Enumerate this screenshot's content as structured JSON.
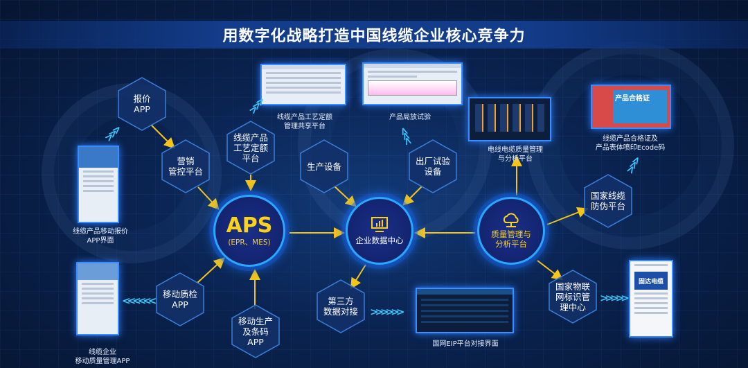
{
  "title": "用数字化战略打造中国线缆企业核心竞争力",
  "hexagons": {
    "quote_app": "报价\nAPP",
    "marketing": "营销\n管控平台",
    "process_quota": "线缆产品\n工艺定额\n平台",
    "production_equipment": "生产设备",
    "factory_test": "出厂试验\n设备",
    "anti_counterfeit": "国家线缆\n防伪平台",
    "mobile_qc": "移动质检\nAPP",
    "mobile_production": "移动生产\n及条码\nAPP",
    "third_party": "第三方\n数据对接",
    "iot_identity": "国家物联\n网标识管\n理中心"
  },
  "hubs": {
    "aps_title": "APS",
    "aps_sub": "(EPR、MES)",
    "data_center": "企业数据中心",
    "quality": "质量管理与\n分析平台"
  },
  "captions": {
    "process_share": "线缆产品工艺定额\n管理共享平台",
    "partial_discharge": "产品局放试验",
    "quality_analysis": "电线电缆质量管理\n与分析平台",
    "certificate": "线缆产品合格证及\n产品表体喷印Ecode码",
    "mobile_quote": "线缆产品移动报价\nAPP界面",
    "mobile_quality": "线缆企业\n移动质量管理APP",
    "eip": "国网EIP平台对接界面"
  },
  "cert_text": "产品合格证",
  "logo_text": "固达电缆",
  "colors": {
    "arrow": "#f5c518",
    "accent": "#2aa8ff",
    "chevron": "#39c8ff",
    "hex_fill": "#13306a"
  }
}
